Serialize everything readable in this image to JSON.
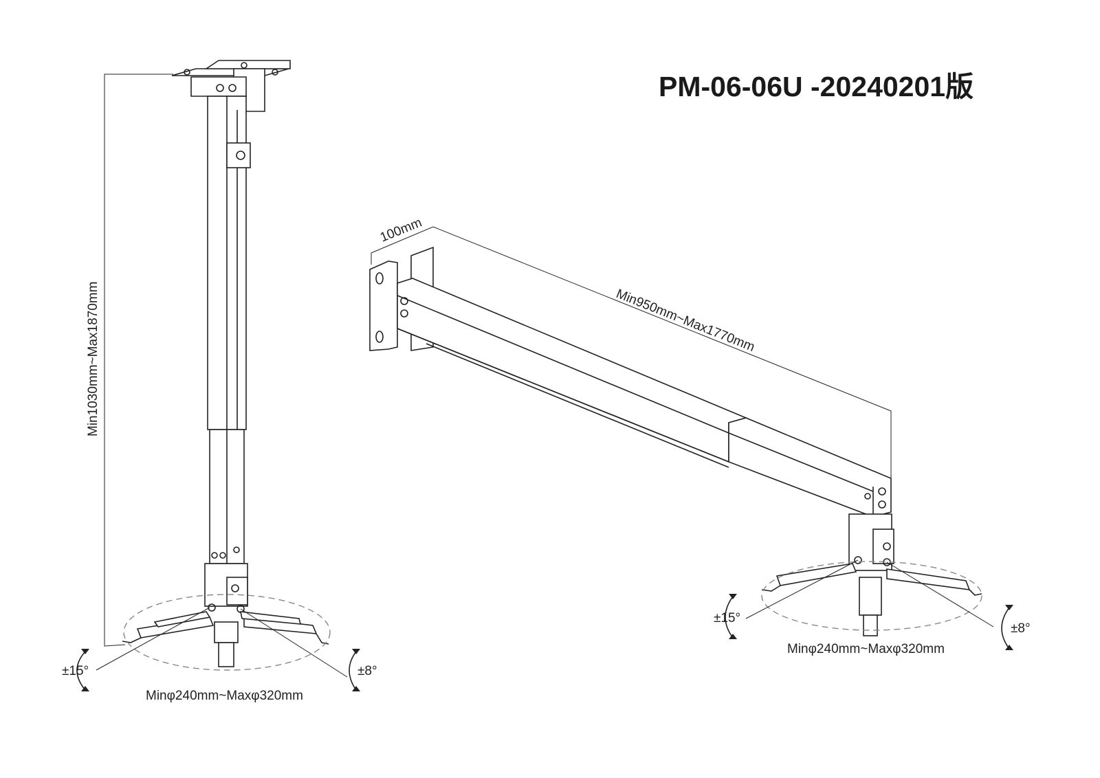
{
  "title": "PM-06-06U -20240201版",
  "ceiling_mount": {
    "height_range": "Min1030mm~Max1870mm",
    "tilt": "±15°",
    "swivel": "±8°",
    "plate_range": "Minφ240mm~Maxφ320mm"
  },
  "wall_mount": {
    "depth": "100mm",
    "arm_range": "Min950mm~Max1770mm",
    "tilt": "±15°",
    "swivel": "±8°",
    "plate_range": "Minφ240mm~Maxφ320mm"
  }
}
